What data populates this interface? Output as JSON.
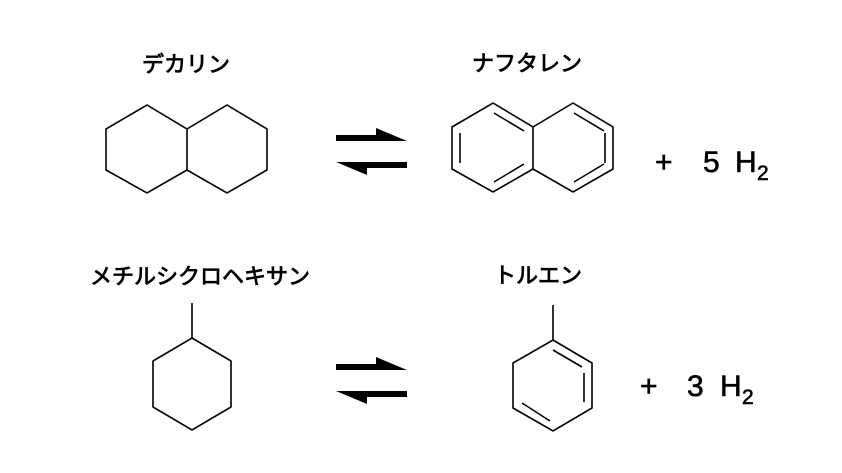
{
  "reactions": [
    {
      "reactant": {
        "name": "デカリン",
        "structure": "decalin"
      },
      "product": {
        "name": "ナフタレン",
        "structure": "naphthalene"
      },
      "byproduct": {
        "plus": "+",
        "coefficient": "5",
        "element": "H",
        "subscript": "2"
      },
      "arrow": "equilibrium"
    },
    {
      "reactant": {
        "name": "メチルシクロヘキサン",
        "structure": "methylcyclohexane"
      },
      "product": {
        "name": "トルエン",
        "structure": "toluene"
      },
      "byproduct": {
        "plus": "+",
        "coefficient": "3",
        "element": "H",
        "subscript": "2"
      },
      "arrow": "equilibrium"
    }
  ]
}
